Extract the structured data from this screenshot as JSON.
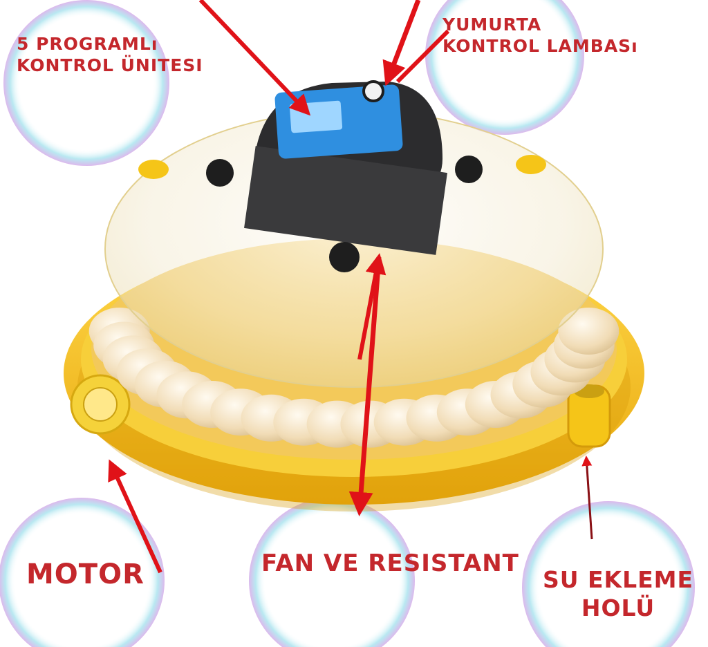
{
  "labels": {
    "control_unit": [
      "5 PROGRAMLı",
      "KONTROL ÜNITESI"
    ],
    "egg_lamp": [
      "YUMURTA",
      "KONTROL LAMBASı"
    ],
    "motor": "MOTOR",
    "fan": "FAN VE RESISTANT",
    "water": [
      "SU EKLEME",
      "HOLÜ"
    ]
  },
  "colors": {
    "label_text": "#c4272c",
    "arrow": "#e01218",
    "incubator_yellow": "#f5c518",
    "egg": "#f3ddb8",
    "panel_blue": "#2f8fe0"
  }
}
